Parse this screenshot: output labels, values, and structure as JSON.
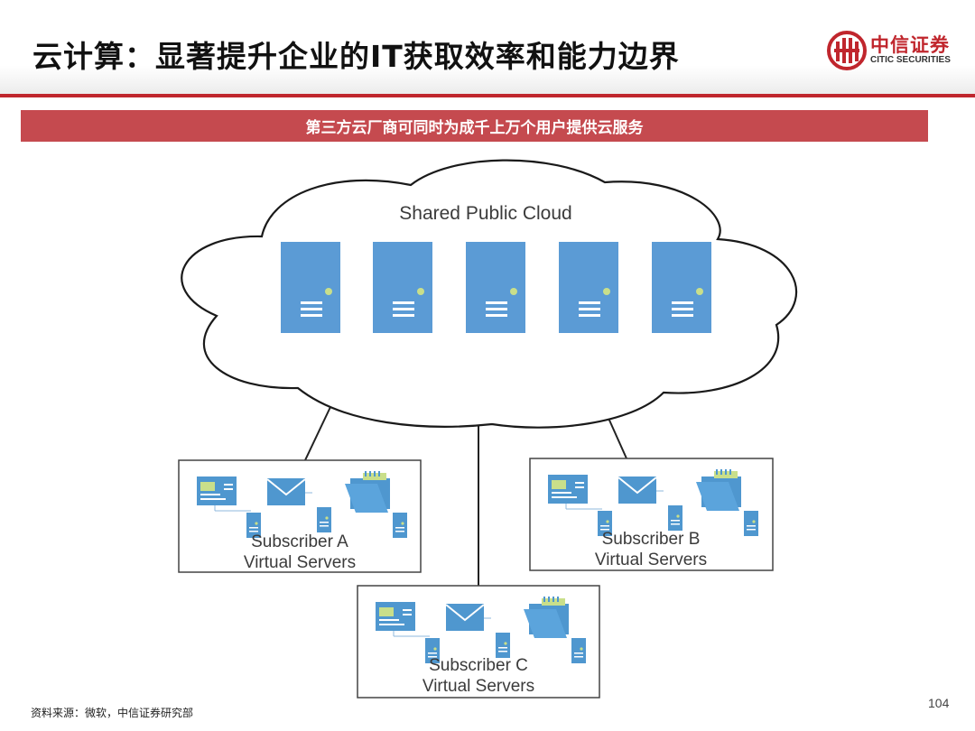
{
  "header": {
    "title": "云计算：显著提升企业的IT获取效率和能力边界",
    "logo_cn": "中信证券",
    "logo_en": "CITIC SECURITIES"
  },
  "banner": {
    "text": "第三方云厂商可同时为成千上万个用户提供云服务"
  },
  "diagram": {
    "cloud": {
      "label": "Shared Public Cloud",
      "server_icon": "server-icon",
      "server_count": 5
    },
    "subscribers": [
      {
        "line1": "Subscriber A",
        "line2": "Virtual Servers"
      },
      {
        "line1": "Subscriber B",
        "line2": "Virtual Servers"
      },
      {
        "line1": "Subscriber C",
        "line2": "Virtual Servers"
      }
    ],
    "icons": [
      "browser-window-icon",
      "envelope-icon",
      "folder-icon",
      "small-server-icon"
    ]
  },
  "footer": {
    "source": "资料来源：微软，中信证券研究部",
    "page": "104"
  },
  "colors": {
    "brand_red": "#c0262d",
    "banner_red": "#c54a4f",
    "server_blue": "#5b9bd5",
    "icon_blue": "#4f97cf",
    "indicator_green": "#c9df8a"
  }
}
